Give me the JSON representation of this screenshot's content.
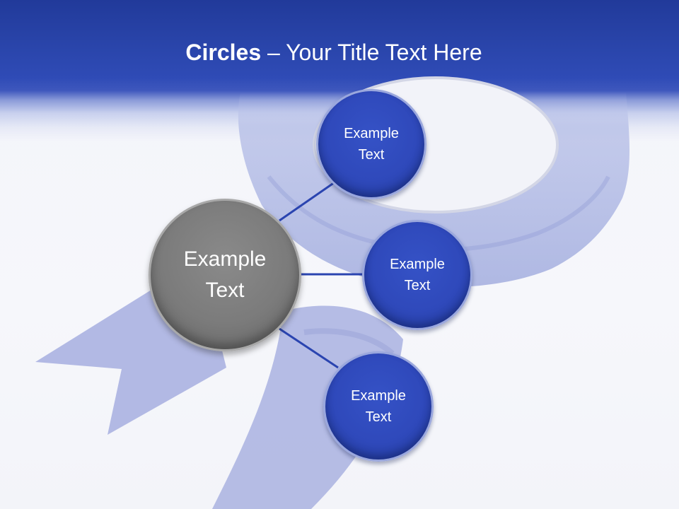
{
  "slide": {
    "title_bold": "Circles",
    "title_rest": " – Your Title Text Here"
  },
  "diagram": {
    "center": {
      "label": "Example\nText"
    },
    "nodes": [
      {
        "label": "Example\nText"
      },
      {
        "label": "Example\nText"
      },
      {
        "label": "Example\nText"
      }
    ]
  },
  "colors": {
    "header": "#2944a9",
    "node_fill": "#2f49bb",
    "center_fill": "#7b7b7b",
    "connector": "#2a44b0",
    "ribbon": "#aab4e2"
  }
}
